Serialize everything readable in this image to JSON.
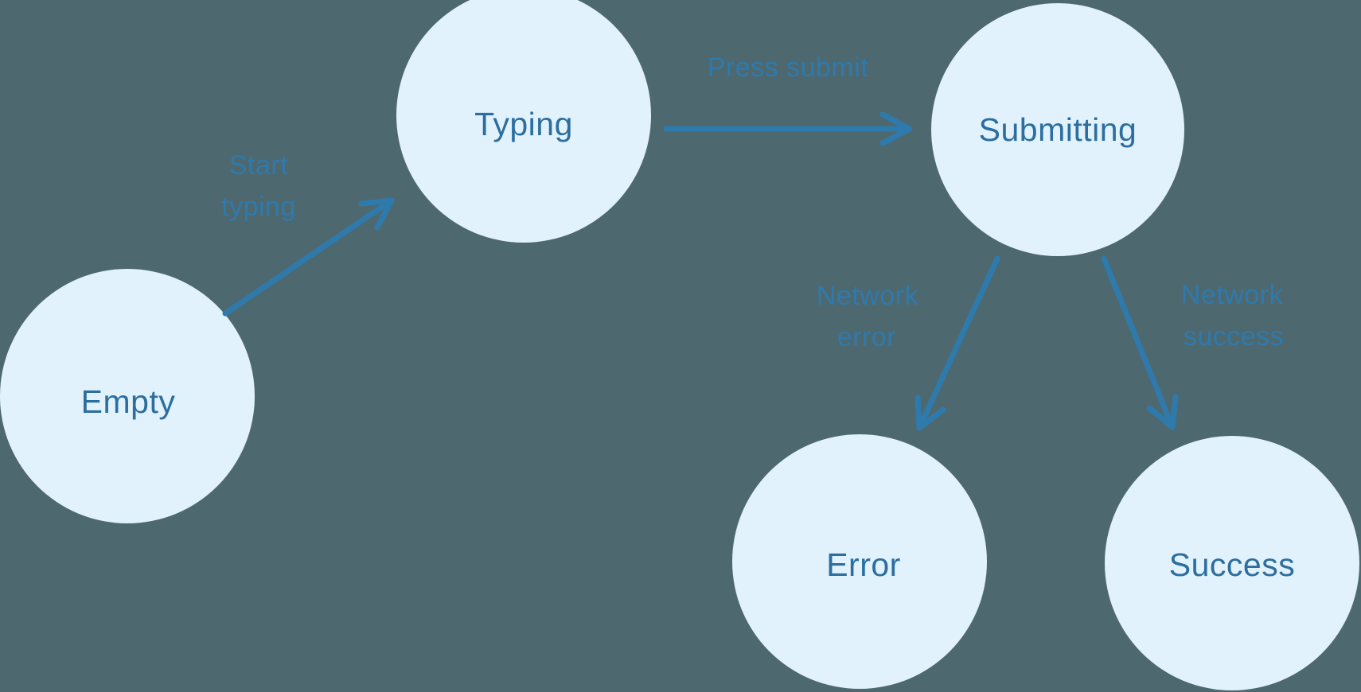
{
  "diagram": {
    "type": "state-machine",
    "background": "#4e6870",
    "node_fill": "#e2f2fc",
    "node_text_color": "#2b6e9f",
    "edge_color": "#2e7aac",
    "nodes": [
      {
        "id": "empty",
        "label": "Empty"
      },
      {
        "id": "typing",
        "label": "Typing"
      },
      {
        "id": "submitting",
        "label": "Submitting"
      },
      {
        "id": "error",
        "label": "Error"
      },
      {
        "id": "success",
        "label": "Success"
      }
    ],
    "edges": [
      {
        "id": "start-typing",
        "from": "Empty",
        "to": "Typing",
        "label": [
          "Start",
          "typing"
        ]
      },
      {
        "id": "press-submit",
        "from": "Typing",
        "to": "Submitting",
        "label": [
          "Press submit"
        ]
      },
      {
        "id": "network-error",
        "from": "Submitting",
        "to": "Error",
        "label": [
          "Network",
          "error"
        ]
      },
      {
        "id": "network-success",
        "from": "Submitting",
        "to": "Success",
        "label": [
          "Network",
          "success"
        ]
      }
    ]
  }
}
